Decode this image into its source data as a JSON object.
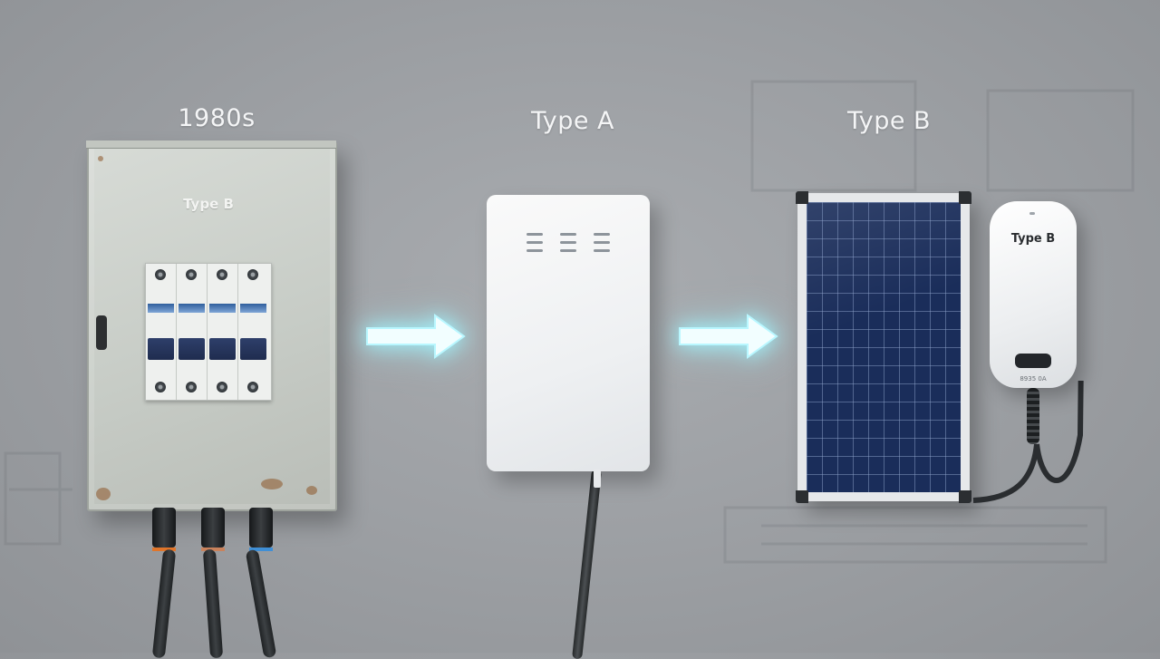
{
  "labels": {
    "era": "1980s",
    "type_a": "Type A",
    "type_b": "Type B"
  },
  "panel": {
    "label": "Type B"
  },
  "charger": {
    "label": "Type B",
    "small_text": "8935 0A"
  },
  "colors": {
    "background": "#9ea1a5",
    "arrow_glow": "#a8f4ff",
    "breaker_toggle": "#263559",
    "solar_cell": "#1a2d5a"
  }
}
